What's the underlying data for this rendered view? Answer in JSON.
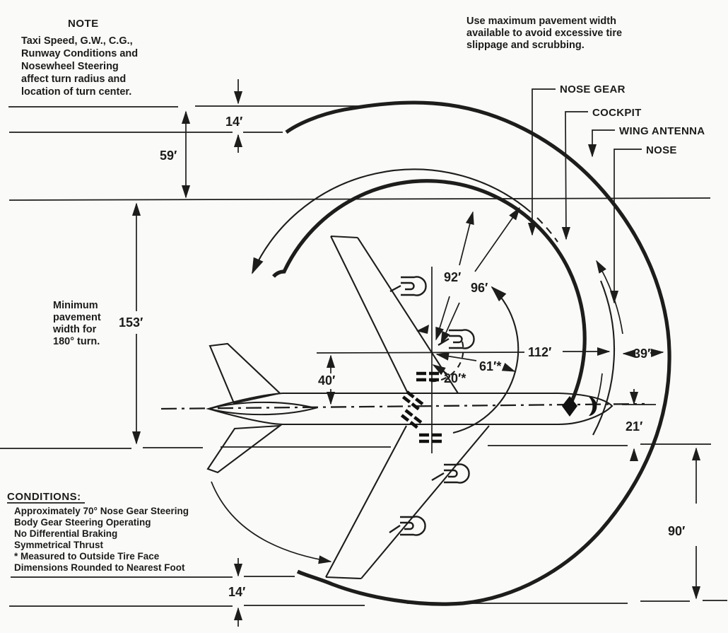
{
  "title_note": {
    "heading": "NOTE",
    "lines": [
      "Taxi Speed, G.W., C.G.,",
      "Runway Conditions and",
      "Nosewheel Steering",
      "affect turn radius and",
      "location of turn center."
    ]
  },
  "advisory": {
    "lines": [
      "Use maximum pavement width",
      "available to avoid excessive tire",
      "slippage and scrubbing."
    ]
  },
  "arc_labels": {
    "nose_gear": "NOSE GEAR",
    "cockpit": "COCKPIT",
    "wing_antenna": "WING ANTENNA",
    "nose": "NOSE"
  },
  "dims": {
    "top_margin": "14′",
    "top_offset": "59′",
    "pavement_width": "153′",
    "centerline_offset": "40′",
    "nose_gear_radius": "92′",
    "cockpit_radius": "96′",
    "outer_main_gear_radius": "61′*",
    "inner_main_gear_radius": "20′*",
    "nose_radius": "112′",
    "antenna_to_nose": "39′",
    "nose_overhang": "21′",
    "outer_clearance": "90′",
    "bottom_margin": "14′"
  },
  "pavement_label": {
    "lines": [
      "Minimum",
      "pavement",
      "width for",
      "180° turn."
    ]
  },
  "conditions": {
    "heading": "CONDITIONS:",
    "lines": [
      "Approximately 70° Nose Gear Steering",
      "Body Gear Steering Operating",
      "No Differential Braking",
      "Symmetrical Thrust",
      "* Measured to Outside Tire Face",
      "Dimensions Rounded to Nearest Foot"
    ]
  }
}
